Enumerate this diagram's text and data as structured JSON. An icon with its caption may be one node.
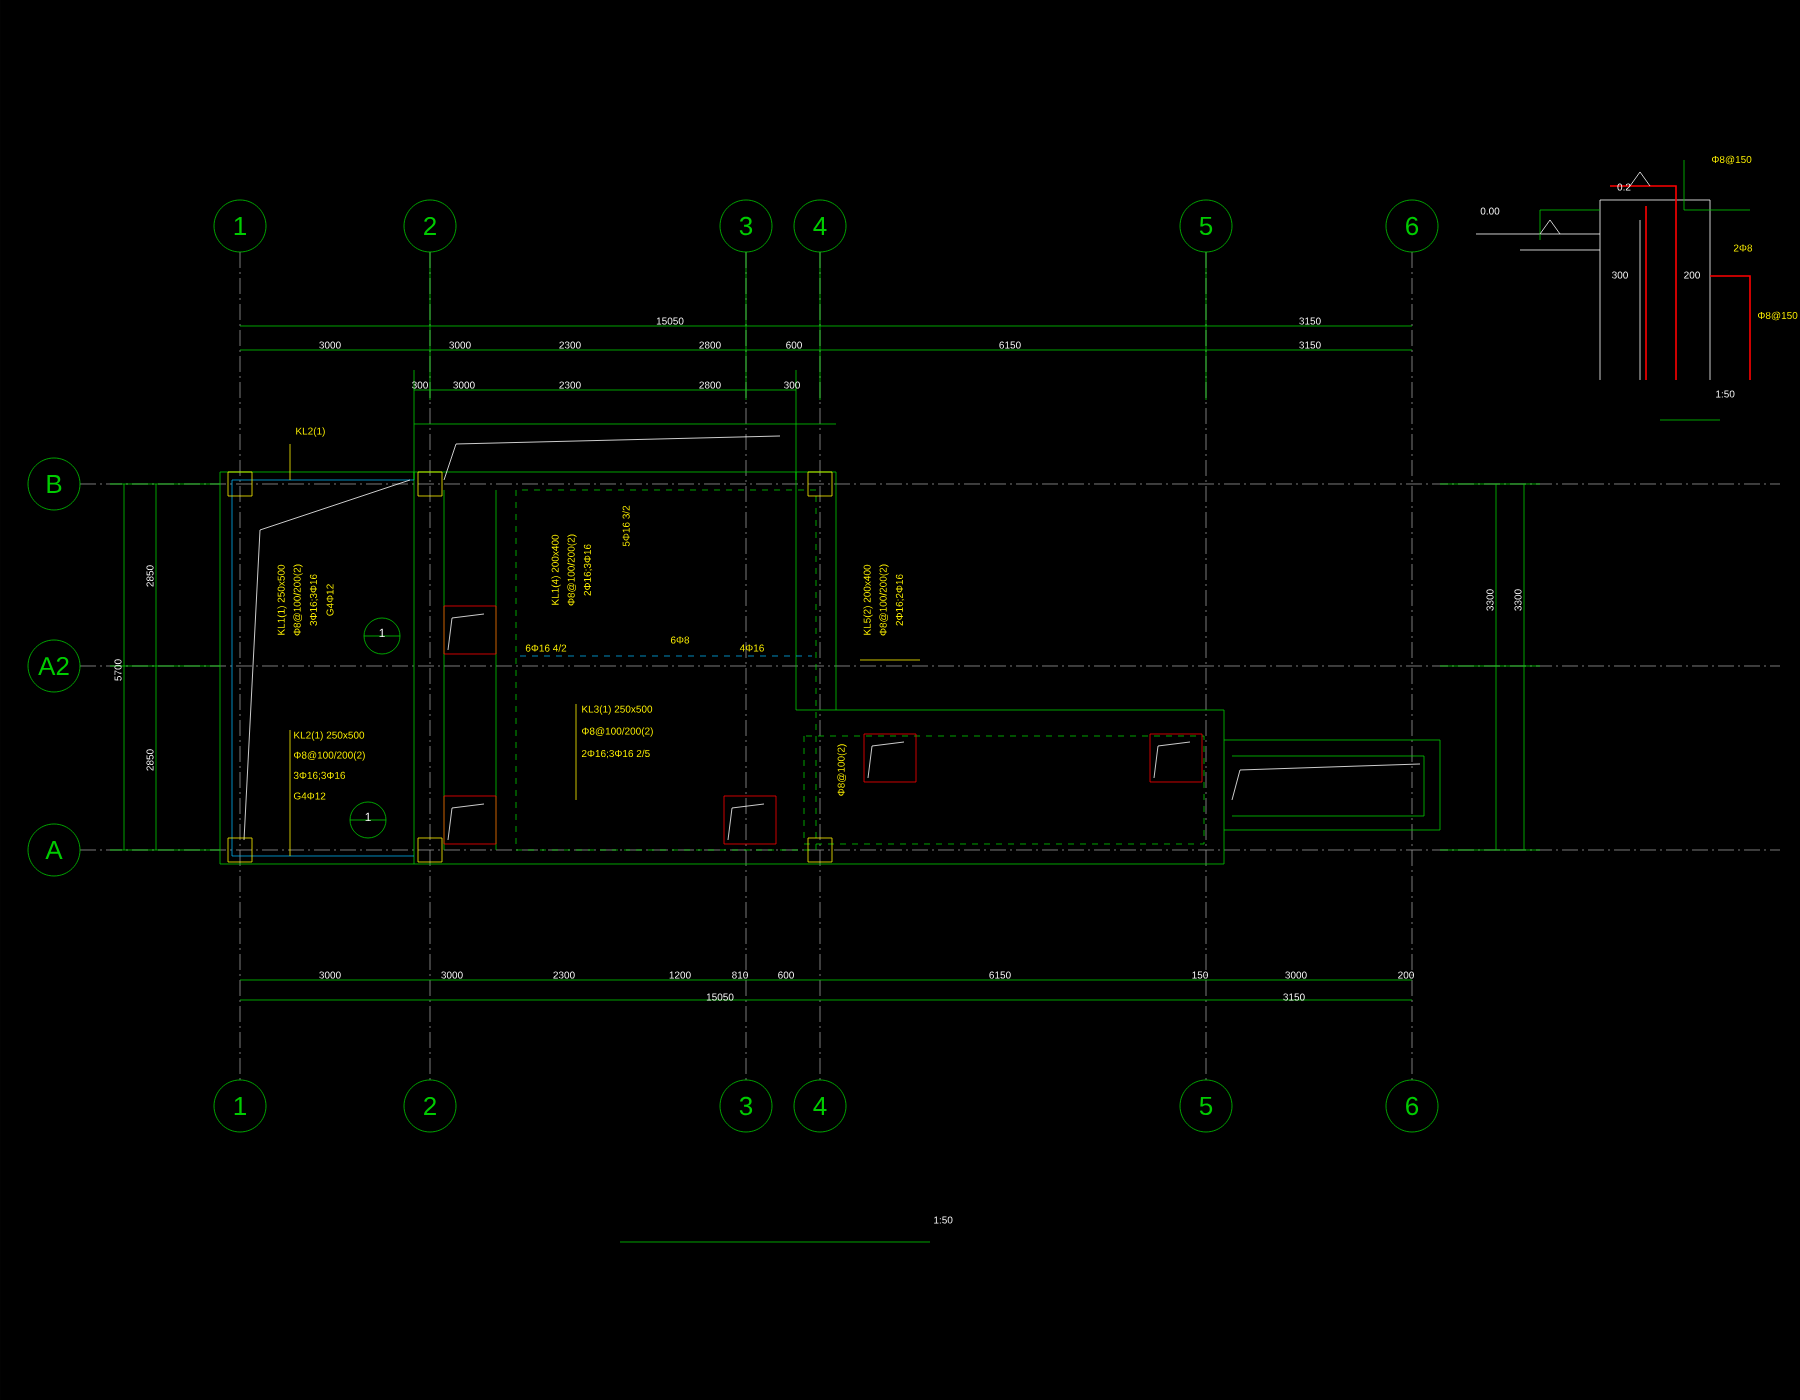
{
  "diagram": {
    "nodes": [
      {
        "text": [
          "1"
        ]
      },
      {
        "text": [
          "2"
        ]
      },
      {
        "text": [
          "3"
        ]
      },
      {
        "text": [
          "4"
        ]
      },
      {
        "text": [
          "5"
        ]
      },
      {
        "text": [
          "6"
        ]
      },
      {
        "text": [
          "B"
        ]
      },
      {
        "text": [
          "A2"
        ]
      },
      {
        "text": [
          "A"
        ]
      },
      {
        "text": [
          "1"
        ]
      },
      {
        "text": [
          "1"
        ]
      },
      {
        "text": [
          "1"
        ]
      },
      {
        "text": [
          "2"
        ]
      },
      {
        "text": [
          "3"
        ]
      },
      {
        "text": [
          "4"
        ]
      },
      {
        "text": [
          "5"
        ]
      },
      {
        "text": [
          "6"
        ]
      }
    ],
    "labels": [
      "15050",
      "3150",
      "3000",
      "3000",
      "2300",
      "2800",
      "600",
      "6150",
      "3150",
      "300",
      "3000",
      "2300",
      "2800",
      "300",
      "KL2(1)",
      "KL1(1) 250x500",
      "Φ8@100/200(2)",
      "3Φ16;3Φ16",
      "G4Φ12",
      "KL2(1) 250x500",
      "Φ8@100/200(2)",
      "3Φ16;3Φ16",
      "G4Φ12",
      "KL1(4) 200x400",
      "Φ8@100/200(2)",
      "2Φ16;3Φ16",
      "5Φ16 3/2",
      "6Φ16 4/2",
      "6Φ8",
      "4Φ16",
      "KL3(1) 250x500",
      "Φ8@100/200(2)",
      "2Φ16;3Φ16 2/5",
      "KL5(2) 200x400",
      "Φ8@100/200(2)",
      "2Φ16;2Φ16",
      "Φ8@100(2)",
      "3000",
      "3000",
      "2300",
      "1200",
      "810",
      "600",
      "6150",
      "150",
      "3000",
      "200",
      "15050",
      "3150",
      "2850",
      "2850",
      "5700",
      "3300",
      "3300",
      "0.00",
      "0.2",
      "300",
      "200",
      "2Φ8",
      "Φ8@150",
      "Φ8@150",
      "1:50",
      "1:50"
    ]
  }
}
